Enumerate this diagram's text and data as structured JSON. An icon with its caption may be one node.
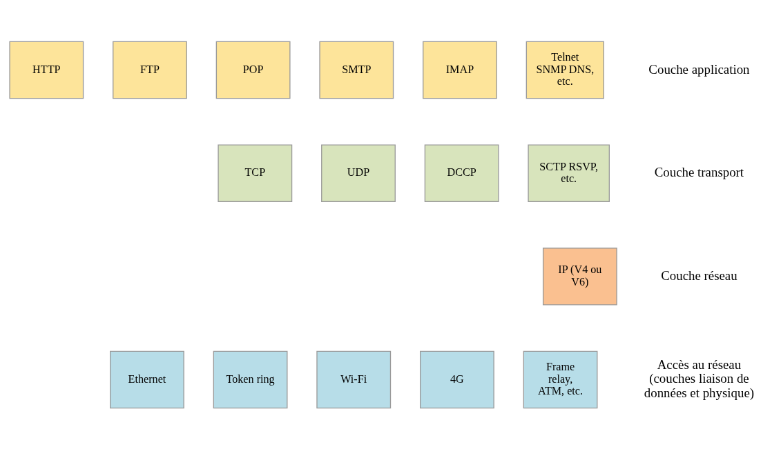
{
  "diagram": {
    "nodes": [
      {
        "text": [
          "HTTP"
        ]
      },
      {
        "text": [
          "FTP"
        ]
      },
      {
        "text": [
          "POP"
        ]
      },
      {
        "text": [
          "SMTP"
        ]
      },
      {
        "text": [
          "IMAP"
        ]
      },
      {
        "text": [
          "Telnet SNMP DNS, etc."
        ]
      },
      {
        "text": [
          "TCP"
        ]
      },
      {
        "text": [
          "UDP"
        ]
      },
      {
        "text": [
          "DCCP"
        ]
      },
      {
        "text": [
          "SCTP RSVP, etc."
        ]
      },
      {
        "text": [
          "IP (V4 ou V6)"
        ]
      },
      {
        "text": [
          "Ethernet"
        ]
      },
      {
        "text": [
          "Token ring"
        ]
      },
      {
        "text": [
          "Wi-Fi"
        ]
      },
      {
        "text": [
          "4G"
        ]
      },
      {
        "text": [
          "Frame relay, ATM, etc."
        ]
      }
    ],
    "edges": [],
    "labels": [
      "Couche application",
      "Couche transport",
      "Couche réseau",
      "Accès au réseau (couches liaison de données et physique)"
    ]
  }
}
